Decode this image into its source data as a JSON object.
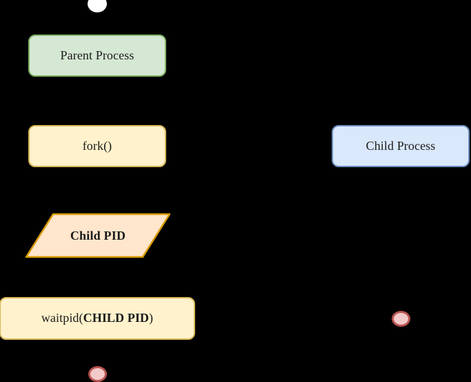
{
  "diagram": {
    "title": "fork-waitpid-process-flowchart",
    "background_color": "#000000",
    "nodes": {
      "start": {
        "name": "start-terminator",
        "label": "",
        "shape": "ellipse",
        "fill": "#ffffff",
        "stroke": "#ffffff"
      },
      "parent_process": {
        "name": "parent-process",
        "label": "Parent Process",
        "shape": "rounded-rectangle",
        "fill": "#d5e8d4",
        "stroke": "#82b366"
      },
      "fork": {
        "name": "fork-call",
        "label": "fork()",
        "shape": "rounded-rectangle",
        "fill": "#fff2cc",
        "stroke": "#d6b656"
      },
      "child_process": {
        "name": "child-process",
        "label": "Child Process",
        "shape": "rounded-rectangle",
        "fill": "#dae8fc",
        "stroke": "#6c8ebf"
      },
      "child_pid": {
        "name": "child-pid-data",
        "label": "Child PID",
        "shape": "parallelogram",
        "fill": "#ffe6cc",
        "stroke": "#d79b00"
      },
      "waitpid": {
        "name": "waitpid-call",
        "label_prefix": "waitpid(",
        "label_bold": "CHILD PID",
        "label_suffix": ")",
        "label_full": "waitpid(CHILD PID)",
        "shape": "rounded-rectangle",
        "fill": "#fff2cc",
        "stroke": "#d6b656"
      },
      "end_child": {
        "name": "child-end-terminator",
        "label": "",
        "shape": "ellipse",
        "fill": "#f3c9c9",
        "stroke": "#b85450"
      },
      "end_parent": {
        "name": "parent-end-terminator",
        "label": "",
        "shape": "ellipse",
        "fill": "#f3c9c9",
        "stroke": "#b85450"
      }
    },
    "edges": [
      {
        "name": "edge-start-to-parent",
        "from": "start",
        "to": "parent_process",
        "label": ""
      },
      {
        "name": "edge-parent-to-fork",
        "from": "parent_process",
        "to": "fork",
        "label": ""
      },
      {
        "name": "edge-fork-to-child-pid",
        "from": "fork",
        "to": "child_pid",
        "label": ""
      },
      {
        "name": "edge-child-pid-to-waitpid",
        "from": "child_pid",
        "to": "waitpid",
        "label": ""
      },
      {
        "name": "edge-waitpid-to-end",
        "from": "waitpid",
        "to": "end_parent",
        "label": ""
      },
      {
        "name": "edge-fork-to-child-process",
        "from": "fork",
        "to": "child_process",
        "label": ""
      },
      {
        "name": "edge-child-process-to-end",
        "from": "child_process",
        "to": "end_child",
        "label": ""
      }
    ]
  }
}
